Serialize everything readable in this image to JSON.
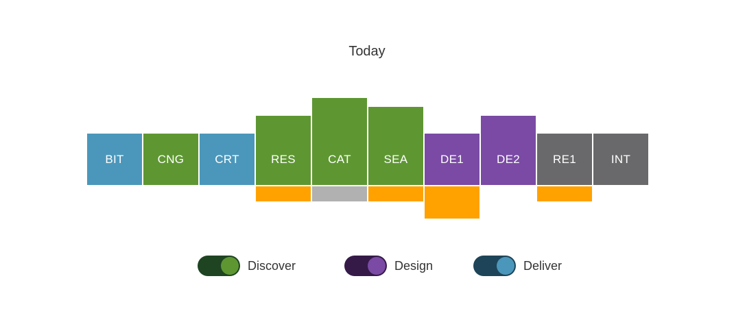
{
  "title": "Today",
  "colors": {
    "deliver": "#4b97bb",
    "discover": "#5e9732",
    "design": "#7a4aa4",
    "neutral": "#69696b",
    "highlight": "#ffa200",
    "muted": "#b1b1b1"
  },
  "blocks": [
    {
      "label": "BIT",
      "category": "deliver",
      "height": 1,
      "sub": null,
      "sub_height": 0
    },
    {
      "label": "CNG",
      "category": "discover",
      "height": 1,
      "sub": null,
      "sub_height": 0
    },
    {
      "label": "CRT",
      "category": "deliver",
      "height": 1,
      "sub": null,
      "sub_height": 0
    },
    {
      "label": "RES",
      "category": "discover",
      "height": 2,
      "sub": "highlight",
      "sub_height": 1
    },
    {
      "label": "CAT",
      "category": "discover",
      "height": 3,
      "sub": "muted",
      "sub_height": 1
    },
    {
      "label": "SEA",
      "category": "discover",
      "height": 2.5,
      "sub": "highlight",
      "sub_height": 1
    },
    {
      "label": "DE1",
      "category": "design",
      "height": 1,
      "sub": "highlight",
      "sub_height": 2
    },
    {
      "label": "DE2",
      "category": "design",
      "height": 2,
      "sub": null,
      "sub_height": 0
    },
    {
      "label": "RE1",
      "category": "neutral",
      "height": 1,
      "sub": "highlight",
      "sub_height": 1
    },
    {
      "label": "INT",
      "category": "neutral",
      "height": 1,
      "sub": null,
      "sub_height": 0
    }
  ],
  "legend": [
    {
      "id": "discover",
      "label": "Discover",
      "track": "#1e4422",
      "knob": "#5e9732"
    },
    {
      "id": "design",
      "label": "Design",
      "track": "#351a48",
      "knob": "#7a4aa4"
    },
    {
      "id": "deliver",
      "label": "Deliver",
      "track": "#1d4458",
      "knob": "#4b97bb"
    }
  ]
}
